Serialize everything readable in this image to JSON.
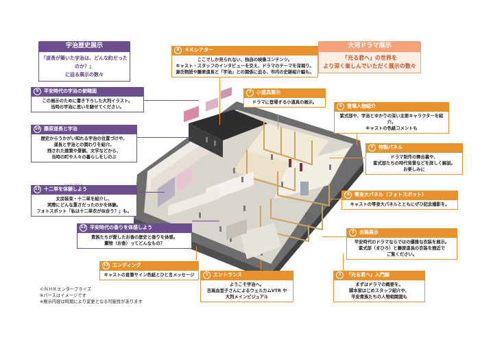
{
  "history_section": {
    "title": "宇治歴史展示",
    "body_line1": "「道長が築いた宇治は、どんな町だったのか？」",
    "body_line2": "に迫る展示の数々"
  },
  "drama_section": {
    "title": "大河ドラマ展示",
    "body_line1": "「光る君へ」の世界を",
    "body_line2": "より深く楽しんでいただく展示の数々"
  },
  "callouts": {
    "c1": {
      "num": "1",
      "title": "エントランス",
      "lines": [
        "ようこそ宇治へ。",
        "吉高由里子さんによるウェルカムVTR や",
        "大判メインビジュアル"
      ]
    },
    "c2": {
      "num": "2",
      "title": "「光る君へ」入門編",
      "lines": [
        "まずはドラマの概要を。",
        "脚本家はじめスタッフ紹介や、",
        "平安貴族たちの人物相関図も"
      ]
    },
    "c3": {
      "num": "3",
      "title": "衣装展示",
      "lines": [
        "平安時代のドラマならではの優雅な衣装を展示。",
        "紫式部（まひろ）と藤原道長の衣装を間近で",
        "ご覧ください。"
      ]
    },
    "c4": {
      "num": "4",
      "title": "等身大パネル（フォトスポット）",
      "lines": [
        "キャストの等身大パネルとともにぜひ記念撮影を。"
      ]
    },
    "c5": {
      "num": "5",
      "title": "特製パネル",
      "lines": [
        "ドラマ制作の舞台裏や、",
        "紫式部たちの時代背景などを詳しく解説。",
        "お楽しみに"
      ]
    },
    "c6": {
      "num": "6",
      "title": "登場人物紹介",
      "lines": [
        "紫式部や、宇治とゆかりの深い主要キャラクターを紹介。",
        "キャストの色紙コメントも"
      ]
    },
    "c7": {
      "num": "7",
      "title": "小道具展示",
      "lines": [
        "ドラマに登場する小道具の展示。"
      ]
    },
    "c8": {
      "num": "8",
      "title": "４Ｋシアター",
      "lines": [
        "ここでしか見られない、独自の映像コンテンツ。",
        "キャスト・スタッフのインタビューを交え、ドラマのテーマを深堀り。",
        "源氏物語や藤原道長と「宇治」との関係に迫る、市内の史跡紹介編も。"
      ]
    },
    "c9": {
      "num": "9",
      "title": "平安時代の宇治の俯瞰図",
      "lines": [
        "この展示のために書き下ろした大判イラスト。",
        "当時の宇治に思いを馳せてください。"
      ]
    },
    "c10": {
      "num": "10",
      "title": "藤原道長と宇治",
      "lines": [
        "歴史からうかがい知れる宇治の位置づけや、",
        "道長と宇治との関わりを紹介。",
        "残された建築や景観、文学などから、",
        "当時の町や人々の暮らしをしのぶ"
      ]
    },
    "c11": {
      "num": "11",
      "title": "十二単を体験しよう",
      "ruby": "じゅうにひとえ",
      "lines": [
        "女房装束・十二単を紹介し、",
        "実際にどんな重さだったのかを体験。",
        "フォトスポット「私は十二単衣が似合う？」も。"
      ]
    },
    "c12": {
      "num": "12",
      "title": "平安時代の香りを体感しよう",
      "lines": [
        "貴族たちが愛したお香の歴史と香りを体感。",
        "薫物（お香）ってどんなもの？"
      ]
    },
    "c13": {
      "num": "13",
      "title": "エンディング",
      "lines": [
        "キャストの直筆サイン色紙とひと言メッセージ"
      ]
    }
  },
  "footnotes": [
    "©ＮＨＫエンタープライズ",
    "※パースはイメージです",
    "※展示内容は時期により変更となる可能性があります"
  ],
  "colors": {
    "purple": "#6b4f8e",
    "orange": "#e8922e",
    "light_orange": "#f3a27a"
  }
}
